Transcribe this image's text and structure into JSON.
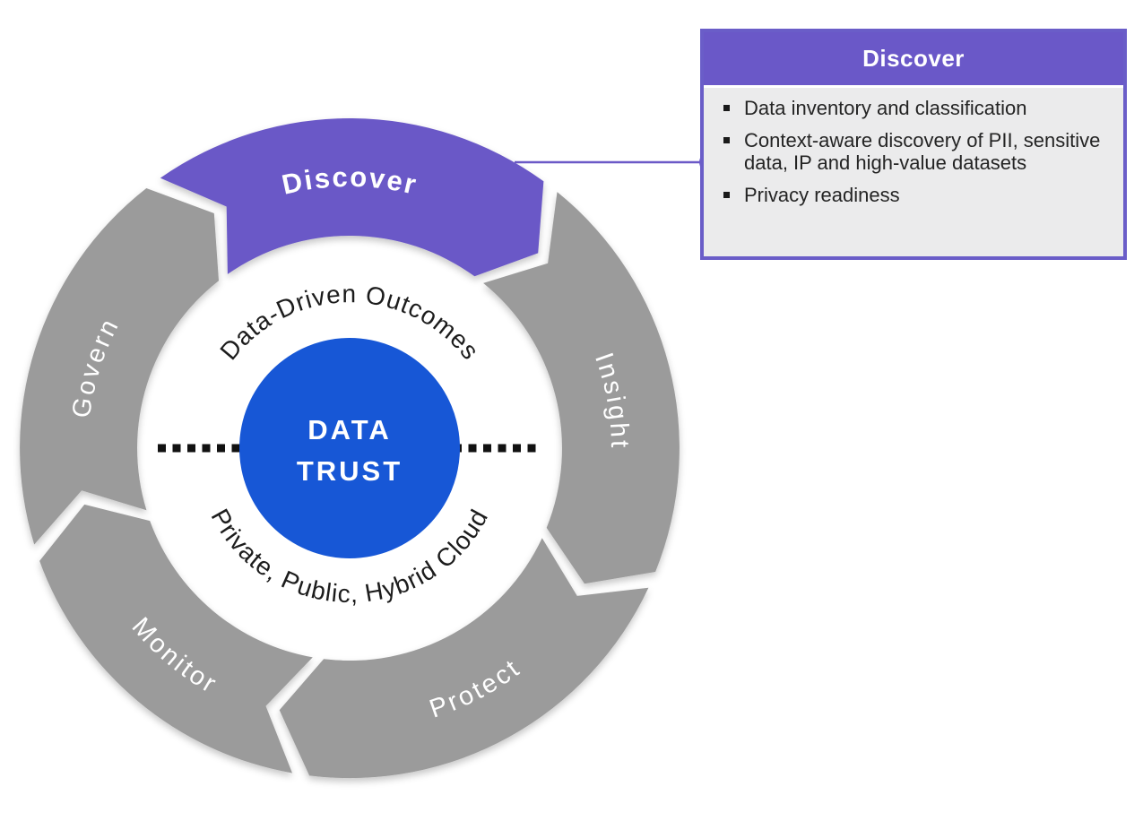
{
  "diagram": {
    "center": {
      "line1": "DATA",
      "line2": "TRUST"
    },
    "inner_ring": {
      "top_text": "Data-Driven Outcomes",
      "bottom_text": "Private, Public, Hybrid Cloud"
    },
    "segments": [
      {
        "label": "Discover",
        "highlighted": true
      },
      {
        "label": "Insight",
        "highlighted": false
      },
      {
        "label": "Protect",
        "highlighted": false
      },
      {
        "label": "Monitor",
        "highlighted": false
      },
      {
        "label": "Govern",
        "highlighted": false
      }
    ],
    "colors": {
      "accent_purple": "#6B59C7",
      "segment_gray": "#9B9B9B",
      "center_blue": "#1757D6",
      "dashed_line": "#111111"
    }
  },
  "callout": {
    "title": "Discover",
    "bullets": [
      "Data inventory and classification",
      "Context-aware discovery of PII, sensitive data, IP and high-value datasets",
      "Privacy readiness"
    ],
    "colors": {
      "header_bg": "#6A58C8",
      "body_bg": "#EBEBEC",
      "border": "#6A5DC8"
    }
  }
}
